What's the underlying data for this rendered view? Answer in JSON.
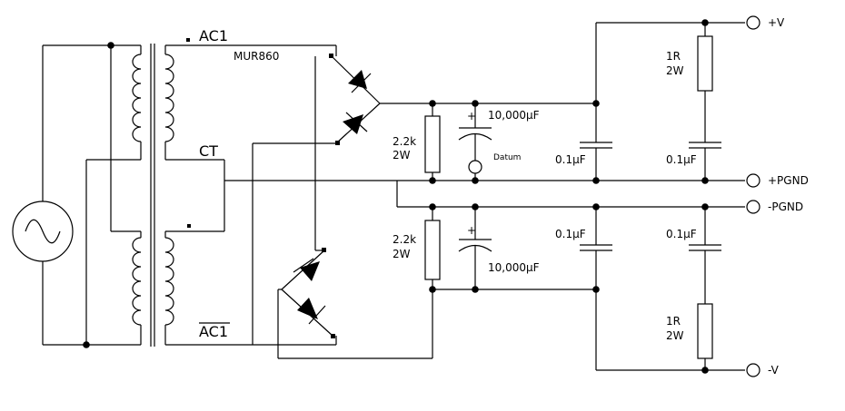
{
  "labels": {
    "ac1_top": "AC1",
    "ct": "CT",
    "ac1_bottom": "AC1",
    "diode_part": "MUR860",
    "r_top": "2.2k",
    "r_top_w": "2W",
    "r_bot": "2.2k",
    "r_bot_w": "2W",
    "cap_big_top": "10,000µF",
    "cap_big_bot": "10,000µF",
    "datum": "Datum",
    "c_small_1": "0.1µF",
    "c_small_2": "0.1µF",
    "c_small_3": "0.1µF",
    "c_small_4": "0.1µF",
    "r_out_top": "1R",
    "r_out_top_w": "2W",
    "r_out_bot": "1R",
    "r_out_bot_w": "2W",
    "plus": "+",
    "term_pos_v": "+V",
    "term_pos_gnd": "+PGND",
    "term_neg_gnd": "-PGND",
    "term_neg_v": "-V"
  },
  "colors": {
    "ink": "#000000",
    "background": "#ffffff"
  }
}
